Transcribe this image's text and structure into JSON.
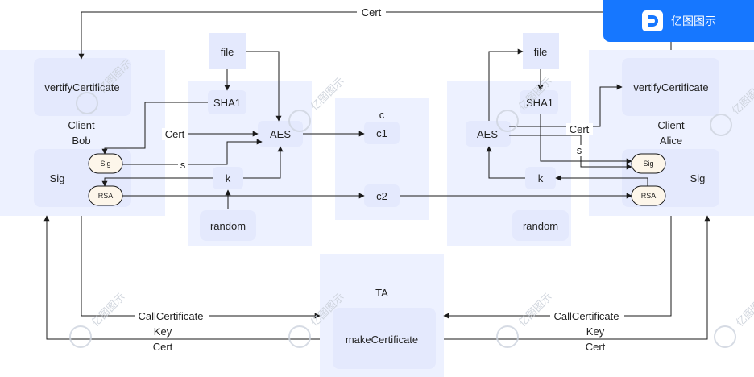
{
  "brand": {
    "name": "亿图图示",
    "icon": "edraw-logo-icon"
  },
  "watermark": "亿图图示",
  "groups": {
    "bob": {
      "title_line1": "Client",
      "title_line2": "Bob"
    },
    "alice": {
      "title_line1": "Client",
      "title_line2": "Alice"
    },
    "c_box": {
      "title": "c"
    },
    "ta": {
      "title": "TA"
    }
  },
  "nodes": {
    "bob_verify": "vertifyCertificate",
    "bob_sig_block": "Sig",
    "bob_sig_pill": "Sig",
    "bob_rsa_pill": "RSA",
    "left_file": "file",
    "left_sha1": "SHA1",
    "left_aes": "AES",
    "left_k": "k",
    "left_random": "random",
    "c1": "c1",
    "c2": "c2",
    "ta_make": "makeCertificate",
    "right_file": "file",
    "right_sha1": "SHA1",
    "right_aes": "AES",
    "right_k": "k",
    "right_random": "random",
    "alice_verify": "vertifyCertificate",
    "alice_sig_block": "Sig",
    "alice_sig_pill": "Sig",
    "alice_rsa_pill": "RSA"
  },
  "edge_labels": {
    "top_cert": "Cert",
    "left_cert": "Cert",
    "left_s": "s",
    "right_cert": "Cert",
    "right_s": "s",
    "bottom_left": [
      "CallCertificate",
      "Key",
      "Cert"
    ],
    "bottom_right": [
      "CallCertificate",
      "Key",
      "Cert"
    ]
  },
  "colors": {
    "group_fill": "#edf1ff",
    "node_fill": "#e4e9fd",
    "pill_fill": "#fdf6ea",
    "edge": "#1a1a1a",
    "brand": "#1677ff"
  }
}
